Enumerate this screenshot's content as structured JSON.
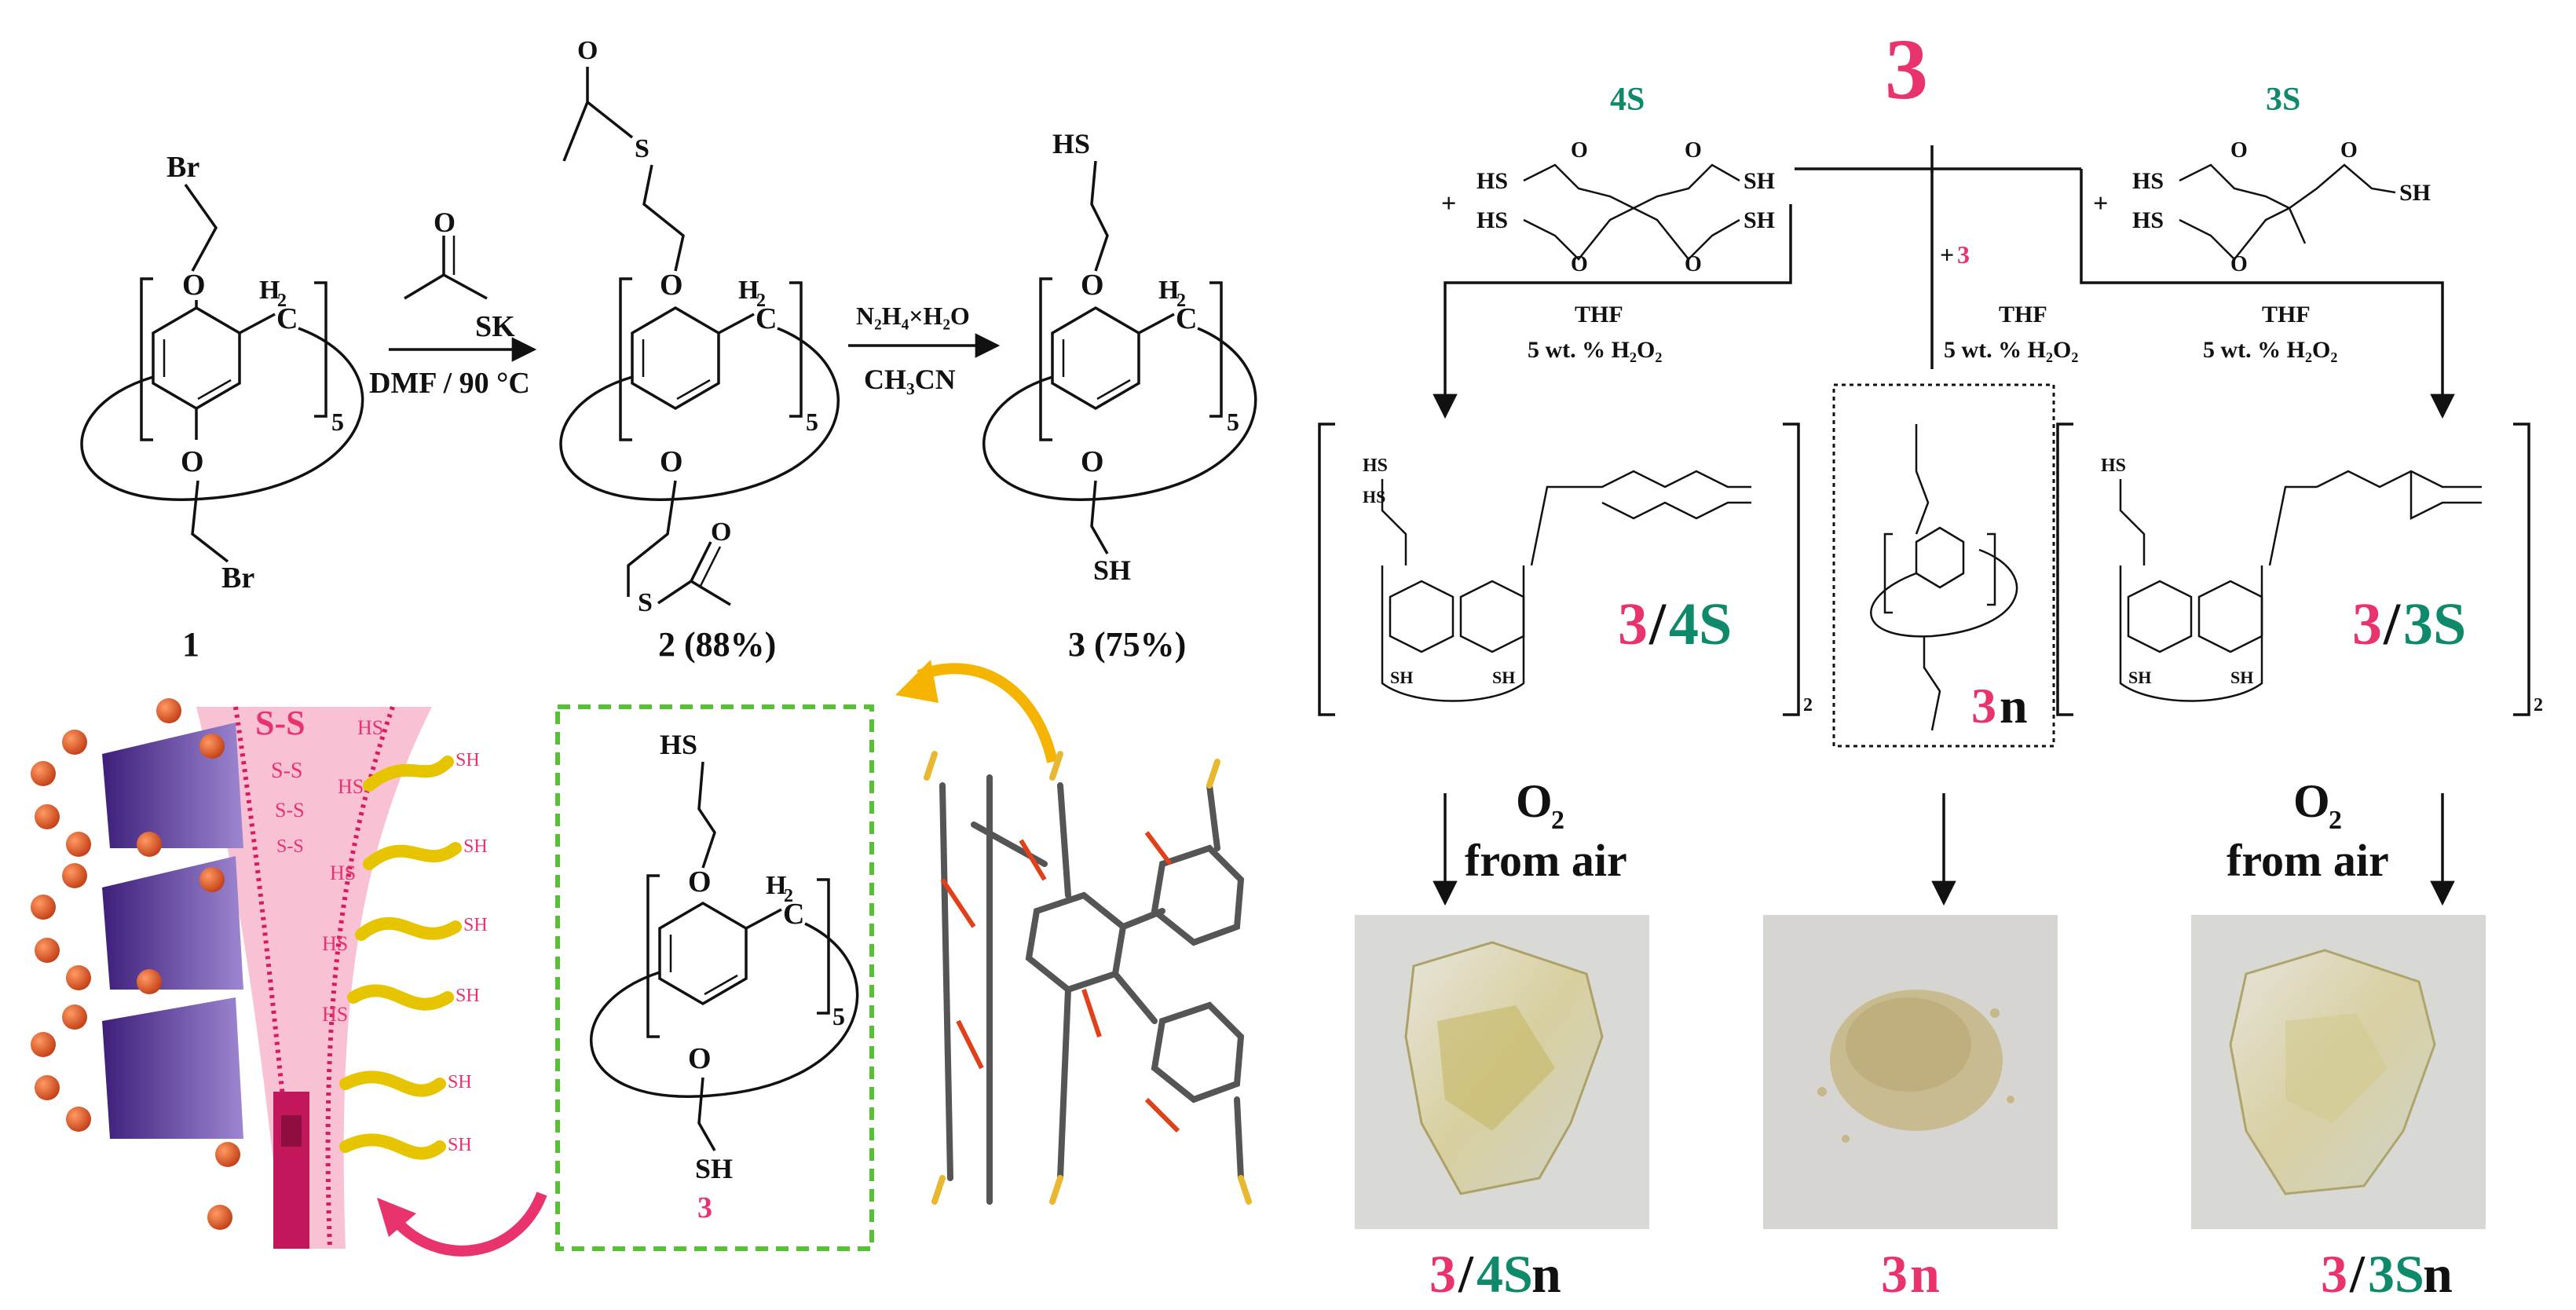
{
  "colors": {
    "pink": "#e8336d",
    "green": "#0e8a6b",
    "dashed_box_green": "#55c234",
    "yellow_arrow": "#f4b400",
    "zipper_pink": "#f5a0c0",
    "purple": "#6b3fa8",
    "ball_orange": "#e0562a",
    "thiol_yellow": "#e6c400"
  },
  "synthesis": {
    "compound1": {
      "label": "1",
      "top_atom": "Br",
      "bottom_atom": "Br",
      "o": "O",
      "h2": "H",
      "h2_sub": "2",
      "c": "C",
      "n": "5"
    },
    "step1": {
      "reagent": "SK",
      "carbonyl_o": "O",
      "conditions": "DMF / 90 °C"
    },
    "compound2": {
      "label": "2 (88%)",
      "s": "S",
      "o": "O"
    },
    "step2": {
      "reagent": "N₂H₄×H₂O",
      "solvent": "CH₃CN"
    },
    "compound3": {
      "label": "3 (75%)",
      "top": "HS",
      "bottom": "SH"
    }
  },
  "boxed_monomer": {
    "top": "HS",
    "bottom": "SH",
    "label": "3"
  },
  "network": {
    "top_center": "3",
    "crosslinker_4S": "4S",
    "crosslinker_3S": "3S",
    "plus": "+",
    "plus3_sign": "+",
    "plus3_num": "3",
    "branch_conditions": {
      "solvent": "THF",
      "oxidant": "5 wt. % H₂O₂"
    },
    "intermediate_left": {
      "a": "3",
      "slash": "/",
      "b": "4S",
      "subscript": "2"
    },
    "intermediate_mid": {
      "a": "3",
      "n": "n"
    },
    "intermediate_right": {
      "a": "3",
      "slash": "/",
      "b": "3S",
      "subscript": "2"
    },
    "oxidation_line1": "O",
    "oxidation_sub": "2",
    "oxidation_line2": "from air",
    "product_left": {
      "a": "3",
      "slash": "/",
      "b": "4S",
      "n": "n"
    },
    "product_mid": {
      "a": "3",
      "n": "n"
    },
    "product_right": {
      "a": "3",
      "slash": "/",
      "b": "3S",
      "n": "n"
    }
  },
  "zipper_labels": {
    "ss_big": "S-S",
    "ss_small": "S-S",
    "sh": "SH",
    "hs": "HS"
  }
}
